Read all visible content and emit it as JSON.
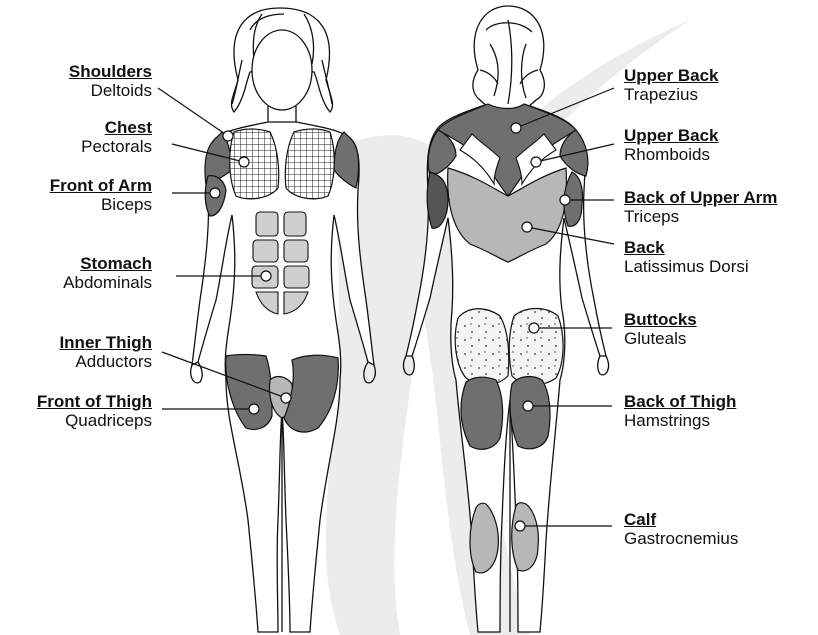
{
  "colors": {
    "dark_muscle": "#6f6f6f",
    "mid_muscle": "#8c8c8c",
    "light_muscle": "#b7b7b7",
    "outline": "#111111",
    "watermark": "#ececec"
  },
  "labels": {
    "shoulders": {
      "region": "Shoulders",
      "muscle": "Deltoids"
    },
    "chest": {
      "region": "Chest",
      "muscle": "Pectorals"
    },
    "front_arm": {
      "region": "Front of Arm",
      "muscle": "Biceps"
    },
    "stomach": {
      "region": "Stomach",
      "muscle": "Abdominals"
    },
    "inner_thigh": {
      "region": "Inner Thigh",
      "muscle": "Adductors"
    },
    "front_thigh": {
      "region": "Front of Thigh",
      "muscle": "Quadriceps"
    },
    "upper_back_1": {
      "region": "Upper Back",
      "muscle": "Trapezius"
    },
    "upper_back_2": {
      "region": "Upper Back",
      "muscle": "Rhomboids"
    },
    "back_upper_arm": {
      "region": "Back of Upper Arm",
      "muscle": "Triceps"
    },
    "back": {
      "region": "Back",
      "muscle": "Latissimus Dorsi"
    },
    "buttocks": {
      "region": "Buttocks",
      "muscle": "Gluteals"
    },
    "back_thigh": {
      "region": "Back of Thigh",
      "muscle": "Hamstrings"
    },
    "calf": {
      "region": "Calf",
      "muscle": "Gastrocnemius"
    }
  }
}
